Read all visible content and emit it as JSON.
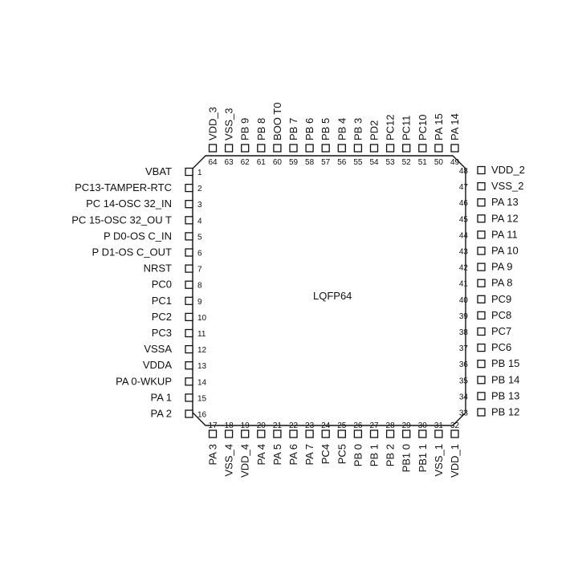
{
  "package_label": "LQFP64",
  "pins_left": [
    {
      "num": "1",
      "name": "VBAT"
    },
    {
      "num": "2",
      "name": "PC13-TAMPER-RTC"
    },
    {
      "num": "3",
      "name": "PC 14-OSC 32_IN"
    },
    {
      "num": "4",
      "name": "PC 15-OSC 32_OU T"
    },
    {
      "num": "5",
      "name": "P D0-OS C_IN"
    },
    {
      "num": "6",
      "name": "P D1-OS C_OUT"
    },
    {
      "num": "7",
      "name": "NRST"
    },
    {
      "num": "8",
      "name": "PC0"
    },
    {
      "num": "9",
      "name": "PC1"
    },
    {
      "num": "10",
      "name": "PC2"
    },
    {
      "num": "11",
      "name": "PC3"
    },
    {
      "num": "12",
      "name": "VSSA"
    },
    {
      "num": "13",
      "name": "VDDA"
    },
    {
      "num": "14",
      "name": "PA 0-WKUP"
    },
    {
      "num": "15",
      "name": "PA 1"
    },
    {
      "num": "16",
      "name": "PA 2"
    }
  ],
  "pins_bottom": [
    {
      "num": "17",
      "name": "PA 3"
    },
    {
      "num": "18",
      "name": "VSS_4"
    },
    {
      "num": "19",
      "name": "VDD_4"
    },
    {
      "num": "20",
      "name": "PA 4"
    },
    {
      "num": "21",
      "name": "PA 5"
    },
    {
      "num": "22",
      "name": "PA 6"
    },
    {
      "num": "23",
      "name": "PA 7"
    },
    {
      "num": "24",
      "name": "PC4"
    },
    {
      "num": "25",
      "name": "PC5"
    },
    {
      "num": "26",
      "name": "PB 0"
    },
    {
      "num": "27",
      "name": "PB 1"
    },
    {
      "num": "28",
      "name": "PB 2"
    },
    {
      "num": "29",
      "name": "PB1 0"
    },
    {
      "num": "30",
      "name": "PB1 1"
    },
    {
      "num": "31",
      "name": "VSS_1"
    },
    {
      "num": "32",
      "name": "VDD_1"
    }
  ],
  "pins_right": [
    {
      "num": "48",
      "name": "VDD_2"
    },
    {
      "num": "47",
      "name": "VSS_2"
    },
    {
      "num": "46",
      "name": "PA 13"
    },
    {
      "num": "45",
      "name": "PA 12"
    },
    {
      "num": "44",
      "name": "PA 11"
    },
    {
      "num": "43",
      "name": "PA 10"
    },
    {
      "num": "42",
      "name": "PA 9"
    },
    {
      "num": "41",
      "name": "PA 8"
    },
    {
      "num": "40",
      "name": "PC9"
    },
    {
      "num": "39",
      "name": "PC8"
    },
    {
      "num": "38",
      "name": "PC7"
    },
    {
      "num": "37",
      "name": "PC6"
    },
    {
      "num": "36",
      "name": "PB 15"
    },
    {
      "num": "35",
      "name": "PB 14"
    },
    {
      "num": "34",
      "name": "PB 13"
    },
    {
      "num": "33",
      "name": "PB 12"
    }
  ],
  "pins_top": [
    {
      "num": "64",
      "name": "VDD_3"
    },
    {
      "num": "63",
      "name": "VSS_3"
    },
    {
      "num": "62",
      "name": "PB 9"
    },
    {
      "num": "61",
      "name": "PB 8"
    },
    {
      "num": "60",
      "name": "BOO T0"
    },
    {
      "num": "59",
      "name": "PB 7"
    },
    {
      "num": "58",
      "name": "PB 6"
    },
    {
      "num": "57",
      "name": "PB 5"
    },
    {
      "num": "56",
      "name": "PB 4"
    },
    {
      "num": "55",
      "name": "PB 3"
    },
    {
      "num": "54",
      "name": "PD2"
    },
    {
      "num": "53",
      "name": "PC12"
    },
    {
      "num": "52",
      "name": "PC11"
    },
    {
      "num": "51",
      "name": "PC10"
    },
    {
      "num": "50",
      "name": "PA 15"
    },
    {
      "num": "49",
      "name": "PA 14"
    }
  ]
}
